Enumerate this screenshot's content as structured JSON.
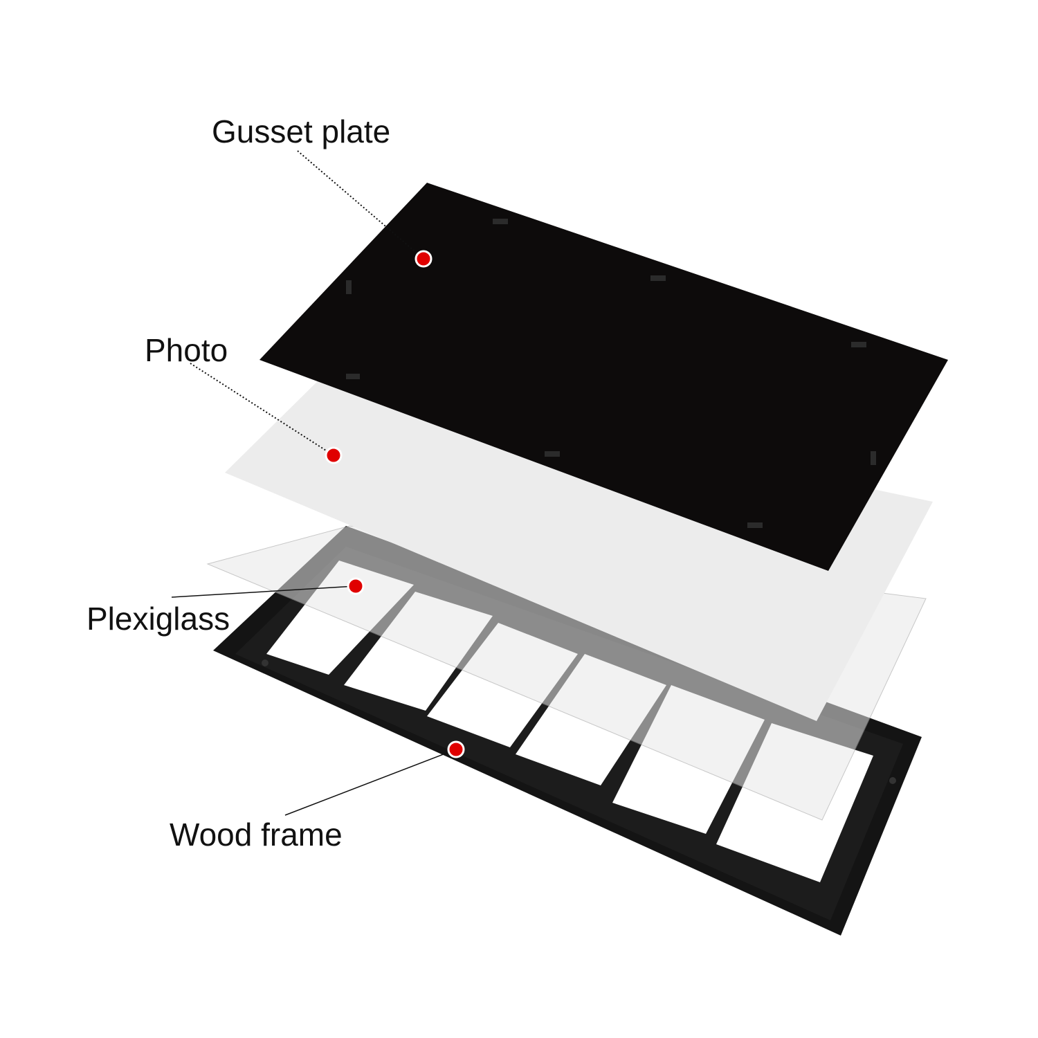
{
  "labels": {
    "gusset_plate": "Gusset plate",
    "photo": "Photo",
    "plexiglass": "Plexiglass",
    "wood_frame": "Wood frame"
  },
  "colors": {
    "marker": "#e00000",
    "gusset_plate": "#0d0b0b",
    "photo": "#ececec",
    "plexiglass": "#f4f4f4",
    "frame": "#111111"
  },
  "frame": {
    "window_count": 6
  }
}
